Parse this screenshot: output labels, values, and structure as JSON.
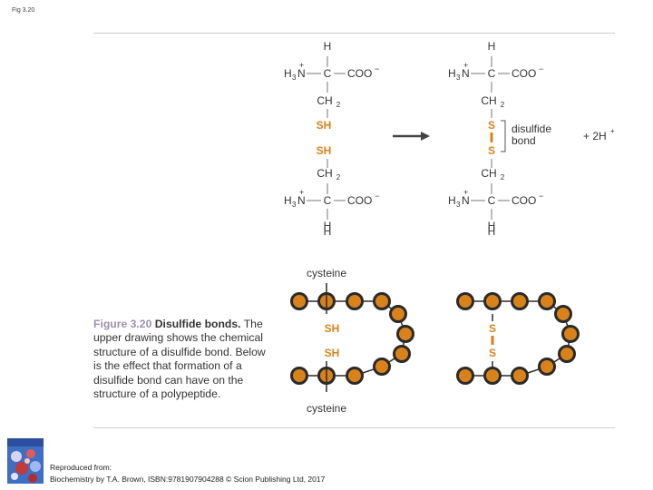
{
  "slide": {
    "label": "Fig 3.20"
  },
  "figure": {
    "number": "Figure 3.20",
    "title": "Disulfide bonds.",
    "caption": "The upper drawing shows the chemical structure of a disulfide bond. Below is the effect that formation of a disulfide bond can have on the structure of a polypeptide."
  },
  "chem": {
    "h": "H",
    "h3n_h": "H",
    "h3n_3": "3",
    "h3n_n": "N",
    "plus": "+",
    "c": "C",
    "coo": "COO",
    "minus": "−",
    "ch": "CH",
    "two": "2",
    "sh": "SH",
    "s": "S",
    "bond_label_1": "disulfide",
    "bond_label_2": "bond",
    "product": "+ 2H",
    "product_charge": "+"
  },
  "chain": {
    "cysteine_top": "cysteine",
    "cysteine_bottom": "cysteine",
    "sh": "SH",
    "s": "S"
  },
  "credit": {
    "line1": "Reproduced from:",
    "line2": "Biochemistry by T.A. Brown, ISBN:9781907904288 © Scion Publishing Ltd, 2017"
  },
  "colors": {
    "sulfur": "#d98219",
    "residue_fill": "#d98219",
    "residue_ring": "#2a2a2a",
    "bond_line": "#777777",
    "arrow": "#444444"
  }
}
